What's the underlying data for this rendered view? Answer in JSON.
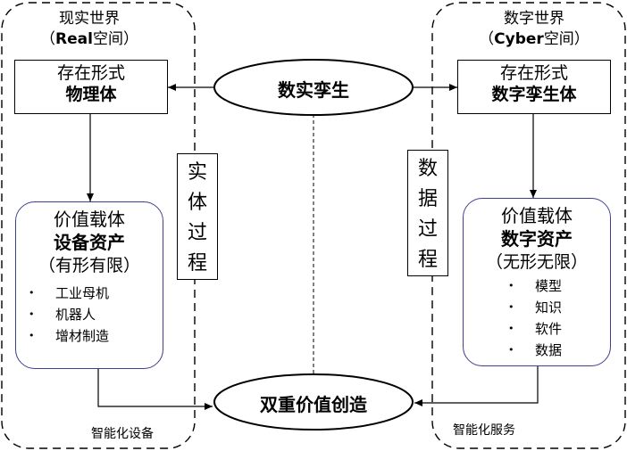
{
  "left_world": {
    "title_line1": "现实世界",
    "title_line2_prefix": "（",
    "title_line2_bold": "Real",
    "title_line2_suffix": "空间）",
    "form_box": {
      "line1": "存在形式",
      "line2": "物理体"
    },
    "value_box": {
      "line1": "价值载体",
      "line2": "设备资产",
      "line3": "（有形有限）",
      "bullets": [
        "工业母机",
        "机器人",
        "增材制造"
      ]
    },
    "process_box": [
      "实",
      "体",
      "过",
      "程"
    ],
    "footer": "智能化设备"
  },
  "right_world": {
    "title_line1": "数字世界",
    "title_line2_prefix": "（",
    "title_line2_bold": "Cyber",
    "title_line2_suffix": "空间）",
    "form_box": {
      "line1": "存在形式",
      "line2": "数字孪生体"
    },
    "value_box": {
      "line1": "价值载体",
      "line2": "数字资产",
      "line3": "（无形无限）",
      "bullets": [
        "模型",
        "知识",
        "软件",
        "数据"
      ]
    },
    "process_box": [
      "数",
      "据",
      "过",
      "程"
    ],
    "footer": "智能化服务"
  },
  "center": {
    "top_ellipse": "数实孪生",
    "bottom_ellipse": "双重价值创造"
  },
  "bullet_glyph": "•"
}
